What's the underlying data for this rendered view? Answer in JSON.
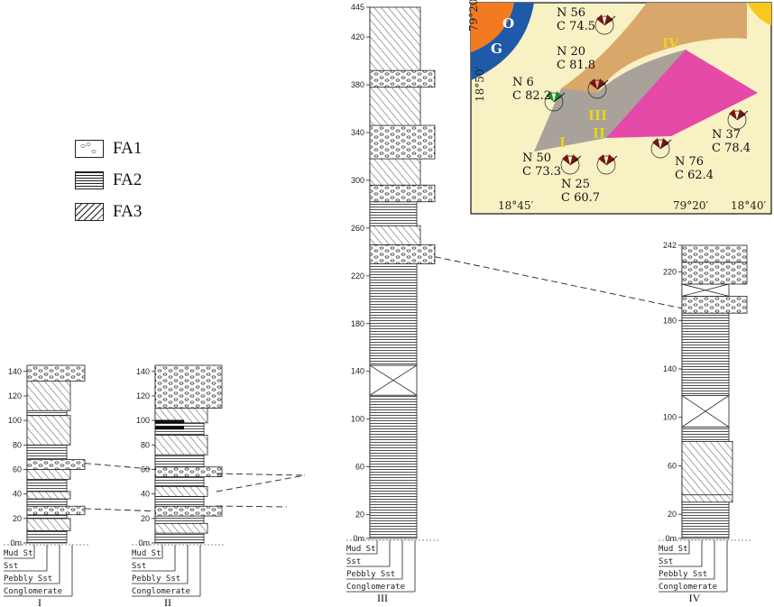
{
  "legend": [
    {
      "label": "FA1",
      "pattern": "pebbles"
    },
    {
      "label": "FA2",
      "pattern": "horizontal"
    },
    {
      "label": "FA3",
      "pattern": "diagonal"
    }
  ],
  "lithology_scale": [
    "Mud St",
    "Sst",
    "Pebbly Sst",
    "Conglomerate"
  ],
  "columns": [
    {
      "id": "I",
      "label": "I",
      "max_m": 145,
      "ticks": [
        "0m",
        "20",
        "40",
        "60",
        "80",
        "100",
        "120",
        "140"
      ],
      "units": [
        {
          "from": 0,
          "to": 10,
          "facies": "FA2"
        },
        {
          "from": 10,
          "to": 20,
          "facies": "FA3"
        },
        {
          "from": 20,
          "to": 23,
          "facies": "FA2"
        },
        {
          "from": 23,
          "to": 30,
          "facies": "FA1"
        },
        {
          "from": 30,
          "to": 36,
          "facies": "FA2"
        },
        {
          "from": 36,
          "to": 42,
          "facies": "FA3"
        },
        {
          "from": 42,
          "to": 52,
          "facies": "FA2"
        },
        {
          "from": 52,
          "to": 60,
          "facies": "FA3"
        },
        {
          "from": 60,
          "to": 68,
          "facies": "FA1"
        },
        {
          "from": 68,
          "to": 80,
          "facies": "FA2"
        },
        {
          "from": 80,
          "to": 104,
          "facies": "FA3"
        },
        {
          "from": 104,
          "to": 108,
          "facies": "FA2"
        },
        {
          "from": 108,
          "to": 132,
          "facies": "FA3"
        },
        {
          "from": 132,
          "to": 145,
          "facies": "FA1"
        }
      ]
    },
    {
      "id": "II",
      "label": "II",
      "max_m": 145,
      "ticks": [
        "0m",
        "20",
        "40",
        "60",
        "80",
        "100",
        "120",
        "140"
      ],
      "units": [
        {
          "from": 0,
          "to": 8,
          "facies": "FA2"
        },
        {
          "from": 8,
          "to": 16,
          "facies": "FA3"
        },
        {
          "from": 16,
          "to": 22,
          "facies": "FA2"
        },
        {
          "from": 22,
          "to": 30,
          "facies": "FA1"
        },
        {
          "from": 30,
          "to": 38,
          "facies": "FA2"
        },
        {
          "from": 38,
          "to": 46,
          "facies": "FA3"
        },
        {
          "from": 46,
          "to": 54,
          "facies": "FA2"
        },
        {
          "from": 54,
          "to": 62,
          "facies": "FA1"
        },
        {
          "from": 62,
          "to": 72,
          "facies": "FA2"
        },
        {
          "from": 72,
          "to": 88,
          "facies": "FA3"
        },
        {
          "from": 88,
          "to": 98,
          "facies": "FA2"
        },
        {
          "from": 98,
          "to": 110,
          "facies": "FA3"
        },
        {
          "from": 110,
          "to": 145,
          "facies": "FA1"
        }
      ],
      "coal_seams": [
        94,
        99
      ]
    },
    {
      "id": "III",
      "label": "III",
      "max_m": 445,
      "ticks": [
        "0m",
        "20",
        "60",
        "100",
        "140",
        "180",
        "220",
        "260",
        "300",
        "340",
        "380",
        "420",
        "445"
      ],
      "units": [
        {
          "from": 0,
          "to": 120,
          "facies": "FA2"
        },
        {
          "from": 120,
          "to": 145,
          "facies": "gap"
        },
        {
          "from": 145,
          "to": 230,
          "facies": "FA2"
        },
        {
          "from": 230,
          "to": 246,
          "facies": "FA1"
        },
        {
          "from": 246,
          "to": 262,
          "facies": "FA3"
        },
        {
          "from": 262,
          "to": 282,
          "facies": "FA2"
        },
        {
          "from": 282,
          "to": 296,
          "facies": "FA1"
        },
        {
          "from": 296,
          "to": 318,
          "facies": "FA3"
        },
        {
          "from": 318,
          "to": 346,
          "facies": "FA1"
        },
        {
          "from": 346,
          "to": 378,
          "facies": "FA3"
        },
        {
          "from": 378,
          "to": 392,
          "facies": "FA1"
        },
        {
          "from": 392,
          "to": 445,
          "facies": "FA3"
        }
      ]
    },
    {
      "id": "IV",
      "label": "IV",
      "max_m": 242,
      "ticks": [
        "0m",
        "20",
        "60",
        "100",
        "140",
        "180",
        "220",
        "242"
      ],
      "units": [
        {
          "from": 0,
          "to": 30,
          "facies": "FA2"
        },
        {
          "from": 30,
          "to": 36,
          "facies": "FA3"
        },
        {
          "from": 36,
          "to": 80,
          "facies": "FA3"
        },
        {
          "from": 80,
          "to": 92,
          "facies": "FA2"
        },
        {
          "from": 92,
          "to": 118,
          "facies": "gap"
        },
        {
          "from": 118,
          "to": 186,
          "facies": "FA2"
        },
        {
          "from": 186,
          "to": 200,
          "facies": "FA1"
        },
        {
          "from": 200,
          "to": 210,
          "facies": "gap"
        },
        {
          "from": 210,
          "to": 228,
          "facies": "FA1"
        },
        {
          "from": 228,
          "to": 242,
          "facies": "FA1"
        }
      ]
    }
  ],
  "correlations": [
    {
      "from_col": "I",
      "to_col": "II",
      "m_from": 65,
      "m_to": 60
    },
    {
      "from_col": "I",
      "to_col": "II",
      "m_from": 28,
      "m_to": 26
    },
    {
      "from_col": "III",
      "to_col": "IV",
      "m_from": 236,
      "m_to": 190
    }
  ],
  "map": {
    "colors": {
      "background": "#f7f1c4",
      "orange": "#f47a20",
      "blue": "#1e5aa8",
      "tan": "#d9a76a",
      "grey": "#a8a29a",
      "magenta": "#e64aa8",
      "yellow": "#f6c91a",
      "maroon": "#7a1418",
      "green": "#1f8a3a",
      "label_yellow": "#e8d41c"
    },
    "geo_labels": [
      "G",
      "O"
    ],
    "lon_top": "79°20′",
    "lat_left": "18°50′",
    "bottom_left": "18°45′",
    "bottom_mid": "79°20′",
    "bottom_right": "18°40′",
    "section_labels": [
      "I",
      "II",
      "III",
      "IV"
    ],
    "roses": [
      {
        "n": "N 56",
        "c": "C 74.5",
        "color": "maroon"
      },
      {
        "n": "N 20",
        "c": "C 81.8",
        "color": "maroon"
      },
      {
        "n": "N 6",
        "c": "C 82.2",
        "color": "green"
      },
      {
        "n": "N 50",
        "c": "C 73.3",
        "color": "maroon"
      },
      {
        "n": "N 25",
        "c": "C 60.7",
        "color": "maroon"
      },
      {
        "n": "N 76",
        "c": "C 62.4",
        "color": "maroon"
      },
      {
        "n": "N 37",
        "c": "C 78.4",
        "color": "maroon"
      }
    ]
  }
}
